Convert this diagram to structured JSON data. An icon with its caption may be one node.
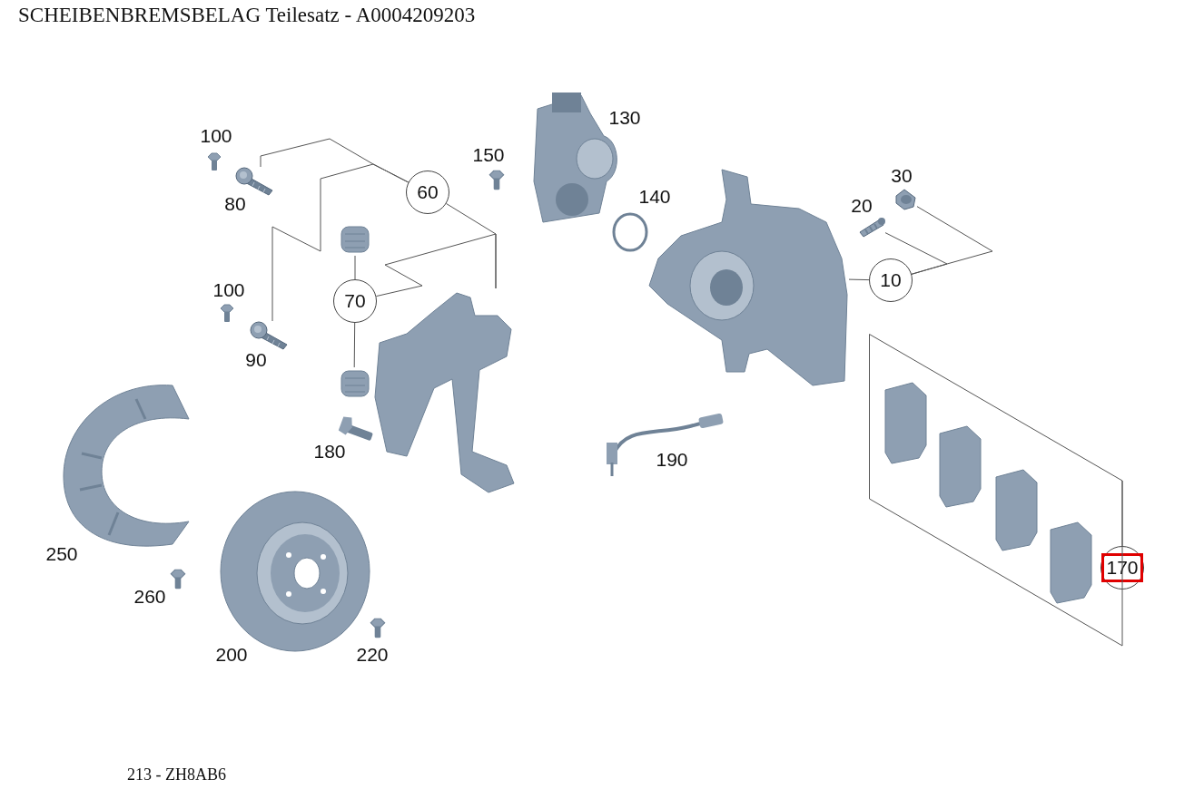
{
  "diagram": {
    "title": "SCHEIBENBREMSBELAG Teilesatz - A0004209203",
    "caption": "213 - ZH8AB6",
    "nodes": [
      {
        "text": [
          "60"
        ]
      },
      {
        "text": [
          "70"
        ]
      },
      {
        "text": [
          "10"
        ]
      },
      {
        "text": [
          "170"
        ]
      },
      {
        "text": [],
        "shape": "picture"
      },
      {
        "text": [],
        "shape": "picture"
      },
      {
        "text": [],
        "shape": "picture"
      },
      {
        "text": [],
        "shape": "picture"
      },
      {
        "text": [],
        "shape": "picture"
      },
      {
        "text": [],
        "shape": "picture"
      },
      {
        "text": [],
        "shape": "picture"
      },
      {
        "text": [],
        "shape": "picture"
      },
      {
        "text": [],
        "shape": "box"
      }
    ],
    "edges": [
      {
        "from": 0,
        "to": 4,
        "arrow": "none"
      },
      {
        "from": 0,
        "to": 5,
        "arrow": "none"
      },
      {
        "from": 0,
        "to": 6,
        "arrow": "none"
      },
      {
        "from": 1,
        "to": 7,
        "arrow": "none"
      },
      {
        "from": 1,
        "to": 8,
        "arrow": "none"
      },
      {
        "from": 1,
        "to": 6,
        "arrow": "none"
      },
      {
        "from": 2,
        "to": 9,
        "arrow": "none"
      },
      {
        "from": 2,
        "to": 10,
        "arrow": "none"
      },
      {
        "from": 2,
        "to": 11,
        "arrow": "none"
      },
      {
        "from": 3,
        "to": 12,
        "arrow": "none"
      }
    ],
    "labels": [
      "130",
      "100",
      "150",
      "30",
      "140",
      "80",
      "20",
      "100",
      "90",
      "180",
      "190",
      "250",
      "260",
      "200",
      "220"
    ]
  }
}
